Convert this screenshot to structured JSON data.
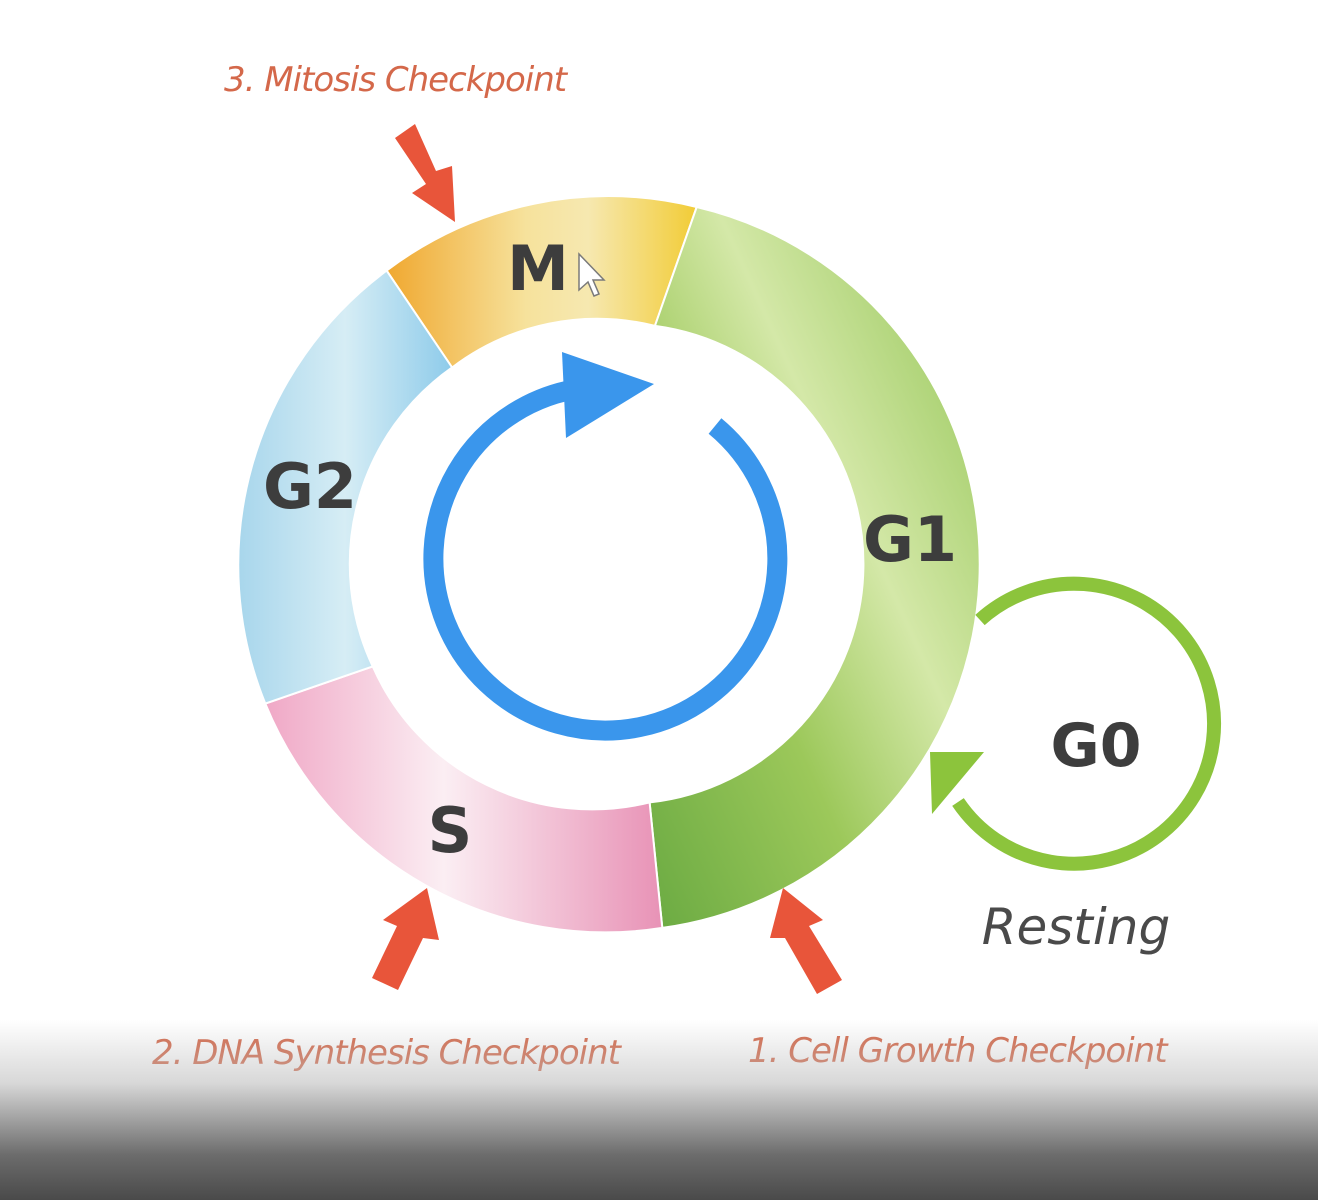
{
  "phases": {
    "m": "M",
    "g1": "G1",
    "s": "S",
    "g2": "G2",
    "g0": "G0"
  },
  "resting": "Resting",
  "checkpoints": {
    "mitosis": "3. Mitosis Checkpoint",
    "dna_synthesis": "2. DNA Synthesis Checkpoint",
    "cell_growth": "1. Cell Growth Checkpoint"
  },
  "colors": {
    "m": "#f0c040",
    "g1": "#8cc04a",
    "s": "#eca0be",
    "g2": "#a8d8ec",
    "cycle_arrow": "#3a96ec",
    "g0_arrow": "#8cc43c",
    "checkpoint_arrow": "#e8553a"
  },
  "icons": {
    "cycle": "circular-arrow-icon",
    "g0_loop": "circular-arrow-icon",
    "checkpoint": "arrow-icon",
    "cursor": "mouse-pointer-icon"
  }
}
